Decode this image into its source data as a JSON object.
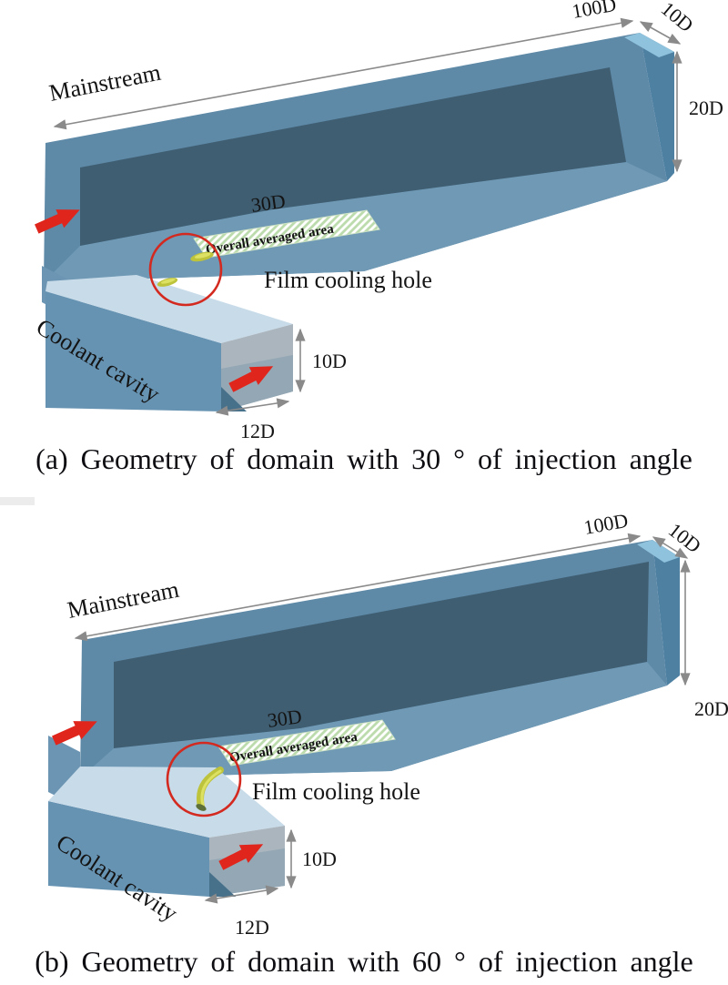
{
  "palette": {
    "duct_front": "#5e89a7",
    "duct_inner": "#3f5e72",
    "duct_bottom": "#6f99b5",
    "duct_end": "#4e80a2",
    "duct_top": "#8fc2dd",
    "step": "#6b95b2",
    "cavity_front": "#6793b2",
    "cavity_top": "#c8dbe9",
    "cavity_end": "#aab5be",
    "cavity_end_shade": "#93a7b4",
    "cavity_end_dark": "#47708a",
    "accent_red": "#e0261c",
    "circle_red": "#d3291f",
    "dim_gray": "#8a8a8a",
    "hatch_green": "#bcdcae",
    "hatch_border": "#cfe3c6",
    "hole_yellow": "#bec33c",
    "hole_highlight": "#dde163",
    "hole_dark": "#5c7038",
    "text": "#141414",
    "caption": "#0d0d12"
  },
  "figures": [
    {
      "caption": "(a) Geometry of domain with 30 ° of injection angle",
      "labels": {
        "mainstream": "Mainstream",
        "duct_length": "100D",
        "duct_width": "10D",
        "duct_height": "20D",
        "averaged_length": "30D",
        "averaged_area": "Overall averaged area",
        "film_hole": "Film cooling hole",
        "coolant_cavity": "Coolant cavity",
        "cavity_height": "10D",
        "cavity_width": "12D"
      }
    },
    {
      "caption": "(b) Geometry of domain with 60 ° of injection angle",
      "labels": {
        "mainstream": "Mainstream",
        "duct_length": "100D",
        "duct_width": "10D",
        "duct_height": "20D",
        "averaged_length": "30D",
        "averaged_area": "Overall averaged area",
        "film_hole": "Film cooling hole",
        "coolant_cavity": "Coolant cavity",
        "cavity_height": "10D",
        "cavity_width": "12D"
      }
    }
  ]
}
